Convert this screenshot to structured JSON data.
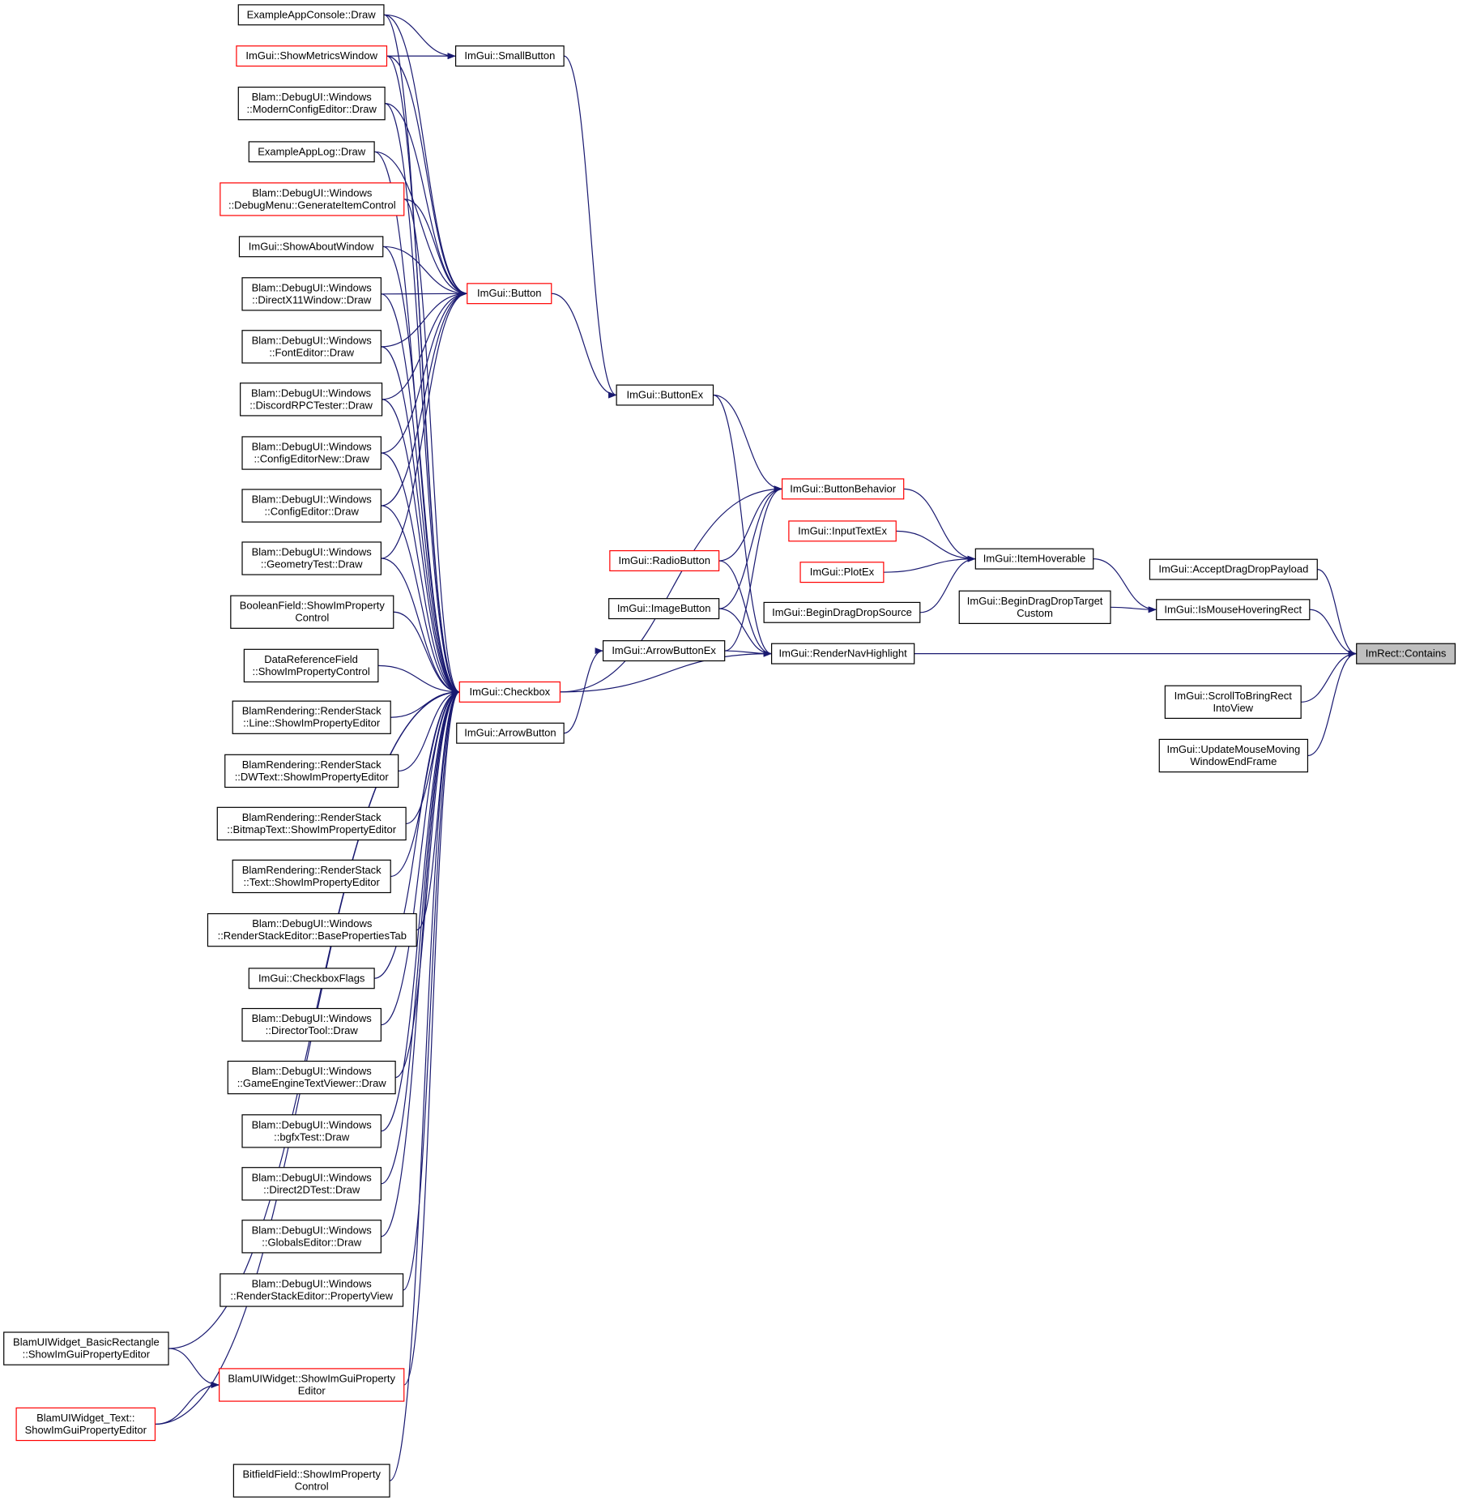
{
  "diagram": {
    "nodes": [
      {
        "id": "n0",
        "lines": [
          "ExampleAppConsole::Draw"
        ],
        "link": "black",
        "focus": false
      },
      {
        "id": "n1",
        "lines": [
          "ImGui::ShowMetricsWindow"
        ],
        "link": "red",
        "focus": false
      },
      {
        "id": "n2",
        "lines": [
          "Blam::DebugUI::Windows",
          "::ModernConfigEditor::Draw"
        ],
        "link": "black",
        "focus": false
      },
      {
        "id": "n3",
        "lines": [
          "ExampleAppLog::Draw"
        ],
        "link": "black",
        "focus": false
      },
      {
        "id": "n4",
        "lines": [
          "Blam::DebugUI::Windows",
          "::DebugMenu::GenerateItemControl"
        ],
        "link": "red",
        "focus": false
      },
      {
        "id": "n5",
        "lines": [
          "ImGui::ShowAboutWindow"
        ],
        "link": "black",
        "focus": false
      },
      {
        "id": "n6",
        "lines": [
          "Blam::DebugUI::Windows",
          "::DirectX11Window::Draw"
        ],
        "link": "black",
        "focus": false
      },
      {
        "id": "n7",
        "lines": [
          "Blam::DebugUI::Windows",
          "::FontEditor::Draw"
        ],
        "link": "black",
        "focus": false
      },
      {
        "id": "n8",
        "lines": [
          "Blam::DebugUI::Windows",
          "::DiscordRPCTester::Draw"
        ],
        "link": "black",
        "focus": false
      },
      {
        "id": "n9",
        "lines": [
          "Blam::DebugUI::Windows",
          "::ConfigEditorNew::Draw"
        ],
        "link": "black",
        "focus": false
      },
      {
        "id": "n10",
        "lines": [
          "Blam::DebugUI::Windows",
          "::ConfigEditor::Draw"
        ],
        "link": "black",
        "focus": false
      },
      {
        "id": "n11",
        "lines": [
          "Blam::DebugUI::Windows",
          "::GeometryTest::Draw"
        ],
        "link": "black",
        "focus": false
      },
      {
        "id": "n12",
        "lines": [
          "BooleanField::ShowImProperty",
          "Control"
        ],
        "link": "black",
        "focus": false
      },
      {
        "id": "n13",
        "lines": [
          "DataReferenceField",
          "::ShowImPropertyControl"
        ],
        "link": "black",
        "focus": false
      },
      {
        "id": "n14",
        "lines": [
          "BlamRendering::RenderStack",
          "::Line::ShowImPropertyEditor"
        ],
        "link": "black",
        "focus": false
      },
      {
        "id": "n15",
        "lines": [
          "BlamRendering::RenderStack",
          "::DWText::ShowImPropertyEditor"
        ],
        "link": "black",
        "focus": false
      },
      {
        "id": "n16",
        "lines": [
          "BlamRendering::RenderStack",
          "::BitmapText::ShowImPropertyEditor"
        ],
        "link": "black",
        "focus": false
      },
      {
        "id": "n17",
        "lines": [
          "BlamRendering::RenderStack",
          "::Text::ShowImPropertyEditor"
        ],
        "link": "black",
        "focus": false
      },
      {
        "id": "n18",
        "lines": [
          "Blam::DebugUI::Windows",
          "::RenderStackEditor::BasePropertiesTab"
        ],
        "link": "black",
        "focus": false
      },
      {
        "id": "n19",
        "lines": [
          "ImGui::CheckboxFlags"
        ],
        "link": "black",
        "focus": false
      },
      {
        "id": "n20",
        "lines": [
          "Blam::DebugUI::Windows",
          "::DirectorTool::Draw"
        ],
        "link": "black",
        "focus": false
      },
      {
        "id": "n21",
        "lines": [
          "Blam::DebugUI::Windows",
          "::GameEngineTextViewer::Draw"
        ],
        "link": "black",
        "focus": false
      },
      {
        "id": "n22",
        "lines": [
          "Blam::DebugUI::Windows",
          "::bgfxTest::Draw"
        ],
        "link": "black",
        "focus": false
      },
      {
        "id": "n23",
        "lines": [
          "Blam::DebugUI::Windows",
          "::Direct2DTest::Draw"
        ],
        "link": "black",
        "focus": false
      },
      {
        "id": "n24",
        "lines": [
          "Blam::DebugUI::Windows",
          "::GlobalsEditor::Draw"
        ],
        "link": "black",
        "focus": false
      },
      {
        "id": "n25",
        "lines": [
          "Blam::DebugUI::Windows",
          "::RenderStackEditor::PropertyView"
        ],
        "link": "black",
        "focus": false
      },
      {
        "id": "n26",
        "lines": [
          "BlamUIWidget_BasicRectangle",
          "::ShowImGuiPropertyEditor"
        ],
        "link": "black",
        "focus": false
      },
      {
        "id": "n27",
        "lines": [
          "BlamUIWidget::ShowImGuiProperty",
          "Editor"
        ],
        "link": "red",
        "focus": false
      },
      {
        "id": "n28",
        "lines": [
          "BlamUIWidget_Text::",
          "ShowImGuiPropertyEditor"
        ],
        "link": "red",
        "focus": false
      },
      {
        "id": "n29",
        "lines": [
          "BitfieldField::ShowImProperty",
          "Control"
        ],
        "link": "black",
        "focus": false
      },
      {
        "id": "n30",
        "lines": [
          "ImGui::SmallButton"
        ],
        "link": "black",
        "focus": false
      },
      {
        "id": "n31",
        "lines": [
          "ImGui::Button"
        ],
        "link": "red",
        "focus": false
      },
      {
        "id": "n32",
        "lines": [
          "ImGui::Checkbox"
        ],
        "link": "red",
        "focus": false
      },
      {
        "id": "n33",
        "lines": [
          "ImGui::ArrowButton"
        ],
        "link": "black",
        "focus": false
      },
      {
        "id": "n34",
        "lines": [
          "ImGui::ButtonEx"
        ],
        "link": "black",
        "focus": false
      },
      {
        "id": "n35",
        "lines": [
          "ImGui::RadioButton"
        ],
        "link": "red",
        "focus": false
      },
      {
        "id": "n36",
        "lines": [
          "ImGui::ImageButton"
        ],
        "link": "black",
        "focus": false
      },
      {
        "id": "n37",
        "lines": [
          "ImGui::ArrowButtonEx"
        ],
        "link": "black",
        "focus": false
      },
      {
        "id": "n38",
        "lines": [
          "ImGui::ButtonBehavior"
        ],
        "link": "red",
        "focus": false
      },
      {
        "id": "n39",
        "lines": [
          "ImGui::InputTextEx"
        ],
        "link": "red",
        "focus": false
      },
      {
        "id": "n40",
        "lines": [
          "ImGui::PlotEx"
        ],
        "link": "red",
        "focus": false
      },
      {
        "id": "n41",
        "lines": [
          "ImGui::BeginDragDropSource"
        ],
        "link": "black",
        "focus": false
      },
      {
        "id": "n42",
        "lines": [
          "ImGui::RenderNavHighlight"
        ],
        "link": "black",
        "focus": false
      },
      {
        "id": "n43",
        "lines": [
          "ImGui::ItemHoverable"
        ],
        "link": "black",
        "focus": false
      },
      {
        "id": "n44",
        "lines": [
          "ImGui::BeginDragDropTarget",
          "Custom"
        ],
        "link": "black",
        "focus": false
      },
      {
        "id": "n45",
        "lines": [
          "ImGui::AcceptDragDropPayload"
        ],
        "link": "black",
        "focus": false
      },
      {
        "id": "n46",
        "lines": [
          "ImGui::IsMouseHoveringRect"
        ],
        "link": "black",
        "focus": false
      },
      {
        "id": "n47",
        "lines": [
          "ImGui::ScrollToBringRect",
          "IntoView"
        ],
        "link": "black",
        "focus": false
      },
      {
        "id": "n48",
        "lines": [
          "ImGui::UpdateMouseMoving",
          "WindowEndFrame"
        ],
        "link": "black",
        "focus": false
      },
      {
        "id": "n49",
        "lines": [
          "ImRect::Contains"
        ],
        "link": "black",
        "focus": true
      }
    ],
    "edges": [
      [
        "n30",
        "n0"
      ],
      [
        "n31",
        "n0"
      ],
      [
        "n32",
        "n0"
      ],
      [
        "n30",
        "n1"
      ],
      [
        "n31",
        "n1"
      ],
      [
        "n32",
        "n1"
      ],
      [
        "n31",
        "n2"
      ],
      [
        "n32",
        "n2"
      ],
      [
        "n31",
        "n3"
      ],
      [
        "n32",
        "n3"
      ],
      [
        "n31",
        "n4"
      ],
      [
        "n32",
        "n4"
      ],
      [
        "n31",
        "n5"
      ],
      [
        "n32",
        "n5"
      ],
      [
        "n31",
        "n6"
      ],
      [
        "n32",
        "n6"
      ],
      [
        "n31",
        "n7"
      ],
      [
        "n32",
        "n7"
      ],
      [
        "n31",
        "n8"
      ],
      [
        "n32",
        "n8"
      ],
      [
        "n31",
        "n9"
      ],
      [
        "n32",
        "n9"
      ],
      [
        "n31",
        "n10"
      ],
      [
        "n32",
        "n10"
      ],
      [
        "n31",
        "n11"
      ],
      [
        "n32",
        "n11"
      ],
      [
        "n32",
        "n12"
      ],
      [
        "n32",
        "n13"
      ],
      [
        "n32",
        "n14"
      ],
      [
        "n32",
        "n15"
      ],
      [
        "n32",
        "n16"
      ],
      [
        "n32",
        "n17"
      ],
      [
        "n32",
        "n18"
      ],
      [
        "n32",
        "n19"
      ],
      [
        "n32",
        "n20"
      ],
      [
        "n32",
        "n21"
      ],
      [
        "n32",
        "n22"
      ],
      [
        "n32",
        "n23"
      ],
      [
        "n32",
        "n24"
      ],
      [
        "n32",
        "n25"
      ],
      [
        "n32",
        "n26"
      ],
      [
        "n32",
        "n27"
      ],
      [
        "n32",
        "n28"
      ],
      [
        "n32",
        "n29"
      ],
      [
        "n27",
        "n26"
      ],
      [
        "n27",
        "n28"
      ],
      [
        "n34",
        "n30"
      ],
      [
        "n34",
        "n31"
      ],
      [
        "n38",
        "n34"
      ],
      [
        "n42",
        "n34"
      ],
      [
        "n38",
        "n32"
      ],
      [
        "n42",
        "n32"
      ],
      [
        "n37",
        "n33"
      ],
      [
        "n38",
        "n35"
      ],
      [
        "n42",
        "n35"
      ],
      [
        "n38",
        "n36"
      ],
      [
        "n42",
        "n36"
      ],
      [
        "n38",
        "n37"
      ],
      [
        "n42",
        "n37"
      ],
      [
        "n43",
        "n38"
      ],
      [
        "n43",
        "n39"
      ],
      [
        "n43",
        "n40"
      ],
      [
        "n43",
        "n41"
      ],
      [
        "n46",
        "n43"
      ],
      [
        "n46",
        "n44"
      ],
      [
        "n49",
        "n42"
      ],
      [
        "n49",
        "n45"
      ],
      [
        "n49",
        "n46"
      ],
      [
        "n49",
        "n47"
      ],
      [
        "n49",
        "n48"
      ]
    ]
  }
}
